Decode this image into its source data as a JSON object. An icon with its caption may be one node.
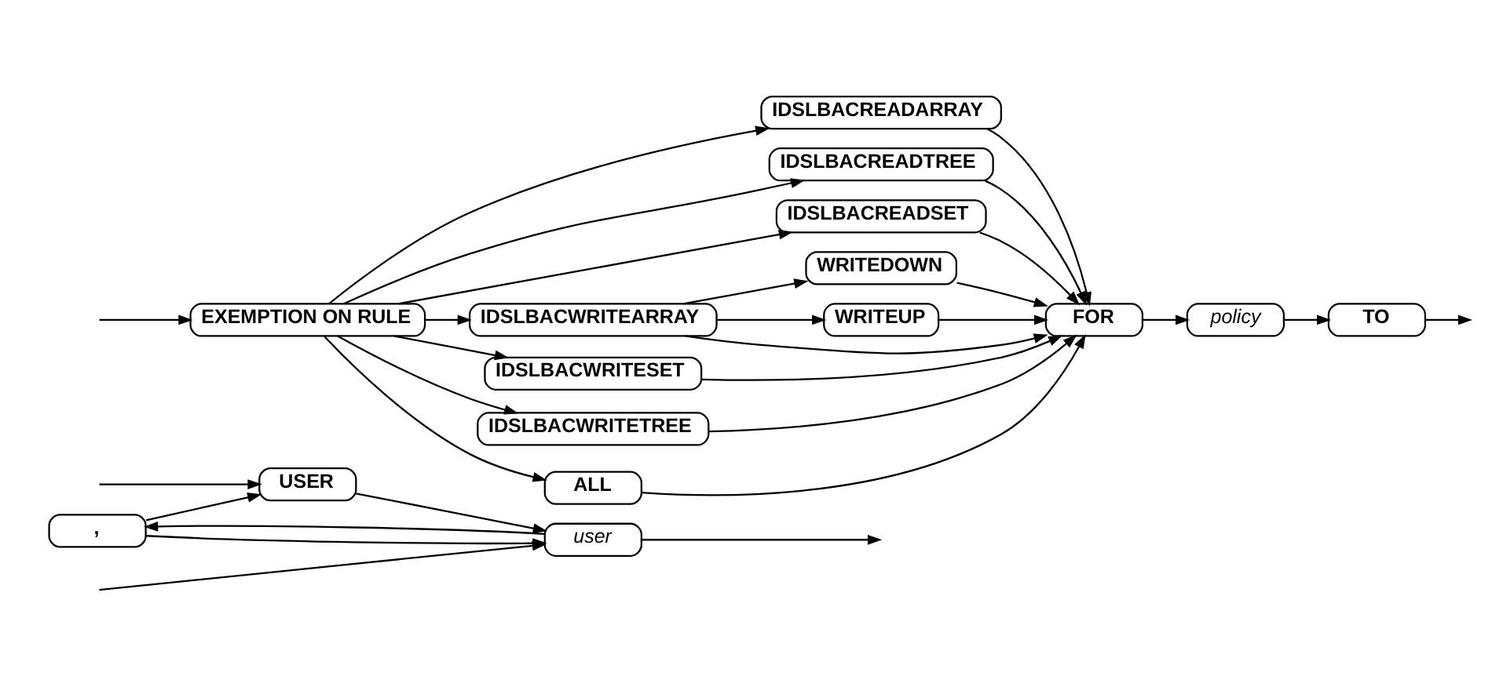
{
  "diagram": {
    "nodes": [
      {
        "text": [
          "EXEMPTION ON RULE"
        ]
      },
      {
        "text": [
          "IDSLBACREADARRAY"
        ]
      },
      {
        "text": [
          "IDSLBACREADTREE"
        ]
      },
      {
        "text": [
          "IDSLBACREADSET"
        ]
      },
      {
        "text": [
          "IDSLBACWRITEARRAY"
        ]
      },
      {
        "text": [
          "WRITEDOWN"
        ]
      },
      {
        "text": [
          "WRITEUP"
        ]
      },
      {
        "text": [
          "IDSLBACWRITESET"
        ]
      },
      {
        "text": [
          "IDSLBACWRITETREE"
        ]
      },
      {
        "text": [
          "ALL"
        ]
      },
      {
        "text": [
          "FOR"
        ]
      },
      {
        "text": [
          "policy"
        ]
      },
      {
        "text": [
          "TO"
        ]
      },
      {
        "text": [
          ","
        ]
      },
      {
        "text": [
          "USER"
        ]
      },
      {
        "text": [
          "user"
        ]
      }
    ],
    "edges": [
      {
        "from": null,
        "to": 0,
        "arrow": "to"
      },
      {
        "from": 0,
        "to": 1,
        "arrow": "to"
      },
      {
        "from": 0,
        "to": 2,
        "arrow": "to"
      },
      {
        "from": 0,
        "to": 3,
        "arrow": "to"
      },
      {
        "from": 0,
        "to": 4,
        "arrow": "to"
      },
      {
        "from": 0,
        "to": 7,
        "arrow": "to"
      },
      {
        "from": 0,
        "to": 8,
        "arrow": "to"
      },
      {
        "from": 0,
        "to": 9,
        "arrow": "to"
      },
      {
        "from": 4,
        "to": 5,
        "arrow": "to"
      },
      {
        "from": 4,
        "to": 6,
        "arrow": "to"
      },
      {
        "from": 4,
        "to": 10,
        "arrow": "to"
      },
      {
        "from": 5,
        "to": 10,
        "arrow": "to"
      },
      {
        "from": 6,
        "to": 10,
        "arrow": "to"
      },
      {
        "from": 1,
        "to": 10,
        "arrow": "to"
      },
      {
        "from": 2,
        "to": 10,
        "arrow": "to"
      },
      {
        "from": 3,
        "to": 10,
        "arrow": "to"
      },
      {
        "from": 7,
        "to": 10,
        "arrow": "to"
      },
      {
        "from": 8,
        "to": 10,
        "arrow": "to"
      },
      {
        "from": 9,
        "to": 10,
        "arrow": "to"
      },
      {
        "from": 10,
        "to": 11,
        "arrow": "to"
      },
      {
        "from": 11,
        "to": 12,
        "arrow": "to"
      },
      {
        "from": 12,
        "to": null,
        "arrow": "to"
      },
      {
        "from": null,
        "to": 14,
        "arrow": "to"
      },
      {
        "from": null,
        "to": 15,
        "arrow": "to"
      },
      {
        "from": 14,
        "to": 15,
        "arrow": "to"
      },
      {
        "from": 15,
        "to": 13,
        "arrow": "to"
      },
      {
        "from": 13,
        "to": 14,
        "arrow": "to"
      },
      {
        "from": 13,
        "to": 15,
        "arrow": "to"
      },
      {
        "from": 15,
        "to": null,
        "arrow": "to"
      }
    ]
  }
}
